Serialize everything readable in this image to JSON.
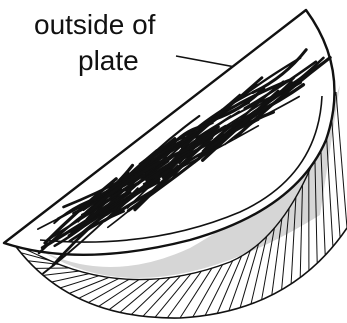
{
  "annotation": {
    "line1": "outside of",
    "line2": "plate"
  },
  "colors": {
    "ink": "#111111",
    "shadow": "#d6d6d6",
    "background": "#ffffff"
  },
  "components": {
    "plate": "folded paper plate half",
    "scribble": "black scribbled area",
    "fringe": "cut fringe strips on underside"
  }
}
